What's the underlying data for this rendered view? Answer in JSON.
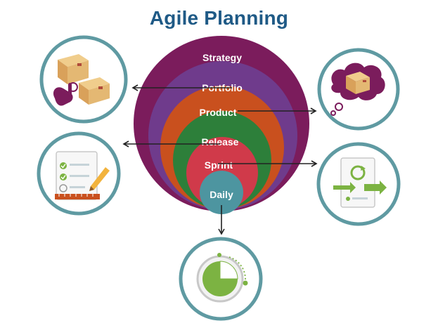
{
  "title": "Agile Planning",
  "rings": [
    {
      "label": "Strategy",
      "color": "#7b1c5c"
    },
    {
      "label": "Portfolio",
      "color": "#6f3b8c"
    },
    {
      "label": "Product",
      "color": "#c9501e"
    },
    {
      "label": "Release",
      "color": "#2d7f3a"
    },
    {
      "label": "Sprint",
      "color": "#d03a4a"
    },
    {
      "label": "Daily",
      "color": "#4d95a0"
    }
  ],
  "satellites": [
    {
      "name": "portfolio-boxes-circle",
      "icon": "boxes-hand-icon"
    },
    {
      "name": "product-thought-box-circle",
      "icon": "thought-box-icon"
    },
    {
      "name": "release-checklist-circle",
      "icon": "checklist-pencil-icon"
    },
    {
      "name": "sprint-cycle-doc-circle",
      "icon": "sprint-cycle-doc-icon"
    },
    {
      "name": "daily-timer-circle",
      "icon": "timer-icon"
    }
  ],
  "colors": {
    "title": "#1f5a86",
    "circle_stroke": "#5f9aa2",
    "arrow": "#222222",
    "green": "#7cb342",
    "box": "#e4b873"
  }
}
